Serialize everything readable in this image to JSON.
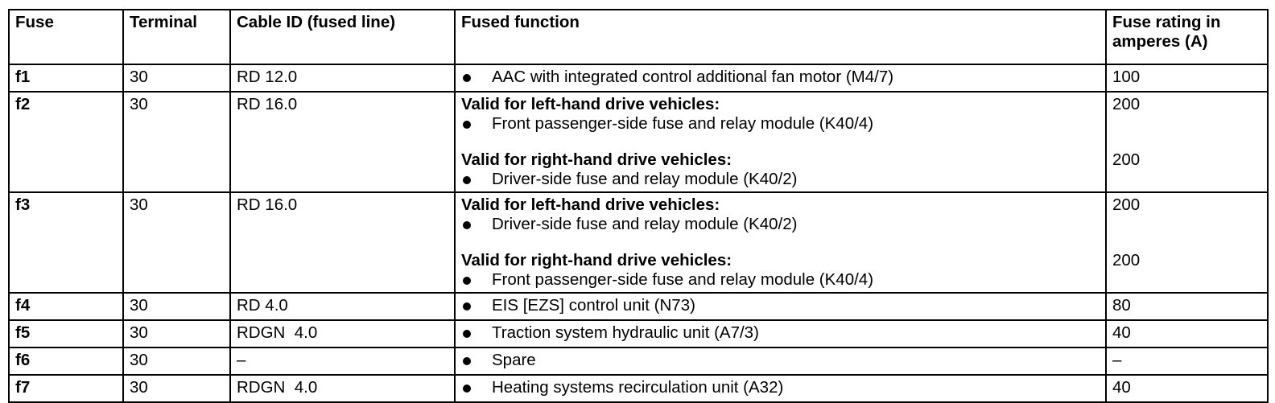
{
  "table": {
    "columns": [
      {
        "key": "fuse",
        "header_lines": [
          "Fuse"
        ]
      },
      {
        "key": "terminal",
        "header_lines": [
          "Terminal"
        ]
      },
      {
        "key": "cable",
        "header_lines": [
          "Cable ID (fused line)"
        ]
      },
      {
        "key": "function",
        "header_lines": [
          "Fused function"
        ]
      },
      {
        "key": "rating",
        "header_lines": [
          "Fuse rating in",
          "amperes (A)"
        ]
      }
    ],
    "rows": [
      {
        "fuse": "f1",
        "terminal": "30",
        "cable": "RD 12.0",
        "blocks": [
          {
            "heading": "",
            "items": [
              "AAC with integrated control additional fan motor (M4/7)"
            ],
            "rating": "100"
          }
        ]
      },
      {
        "fuse": "f2",
        "terminal": "30",
        "cable": "RD 16.0",
        "blocks": [
          {
            "heading": "Valid for left-hand drive vehicles:",
            "items": [
              "Front passenger-side fuse and relay module (K40/4)"
            ],
            "rating": "200"
          },
          {
            "heading": "Valid for right-hand drive vehicles:",
            "items": [
              "Driver-side fuse and relay module (K40/2)"
            ],
            "rating": "200"
          }
        ]
      },
      {
        "fuse": "f3",
        "terminal": "30",
        "cable": "RD 16.0",
        "blocks": [
          {
            "heading": "Valid for left-hand drive vehicles:",
            "items": [
              "Driver-side fuse and relay module (K40/2)"
            ],
            "rating": "200"
          },
          {
            "heading": "Valid for right-hand drive vehicles:",
            "items": [
              "Front passenger-side fuse and relay module (K40/4)"
            ],
            "rating": "200"
          }
        ]
      },
      {
        "fuse": "f4",
        "terminal": "30",
        "cable": "RD 4.0",
        "blocks": [
          {
            "heading": "",
            "items": [
              "EIS [EZS] control unit (N73)"
            ],
            "rating": "80"
          }
        ]
      },
      {
        "fuse": "f5",
        "terminal": "30",
        "cable": "RDGN  4.0",
        "blocks": [
          {
            "heading": "",
            "items": [
              "Traction system hydraulic unit (A7/3)"
            ],
            "rating": "40"
          }
        ]
      },
      {
        "fuse": "f6",
        "terminal": "30",
        "cable": "–",
        "blocks": [
          {
            "heading": "",
            "items": [
              "Spare"
            ],
            "rating": "–"
          }
        ]
      },
      {
        "fuse": "f7",
        "terminal": "30",
        "cable": "RDGN  4.0",
        "blocks": [
          {
            "heading": "",
            "items": [
              "Heating systems recirculation unit (A32)"
            ],
            "rating": "40"
          }
        ]
      }
    ]
  }
}
